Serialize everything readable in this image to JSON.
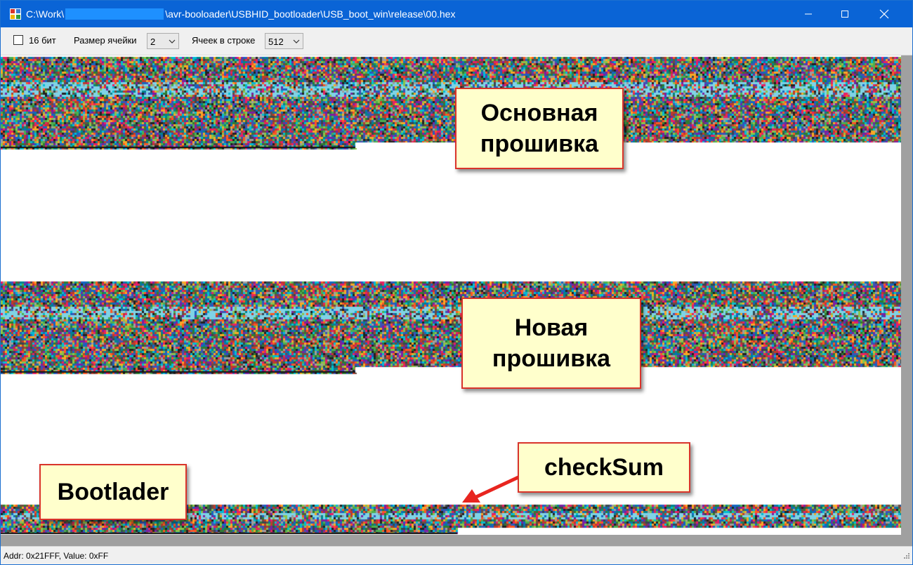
{
  "window": {
    "title_prefix": "C:\\Work\\",
    "title_suffix": "\\avr-booloader\\USBHID_bootloader\\USB_boot_win\\release\\00.hex",
    "controls": {
      "minimize": "minimize-icon",
      "maximize": "maximize-icon",
      "close": "close-icon"
    }
  },
  "toolbar": {
    "bit16_label": "16 бит",
    "bit16_checked": false,
    "cell_size_label": "Размер ячейки",
    "cell_size_value": "2",
    "row_cells_label": "Ячеек в строке",
    "row_cells_value": "512"
  },
  "status": {
    "text": "Addr: 0x21FFF, Value: 0xFF"
  },
  "annotations": {
    "main_firmware": {
      "line1": "Основная",
      "line2": "прошивка"
    },
    "new_firmware": {
      "line1": "Новая",
      "line2": "прошивка"
    },
    "checksum": "checkSum",
    "bootloader": "Bootlader"
  },
  "colors": {
    "titlebar": "#0a64d6",
    "title_redaction": "#1e90ff",
    "callout_fill": "#ffffcc",
    "callout_border": "#d9342b",
    "arrow": "#e8251f"
  }
}
